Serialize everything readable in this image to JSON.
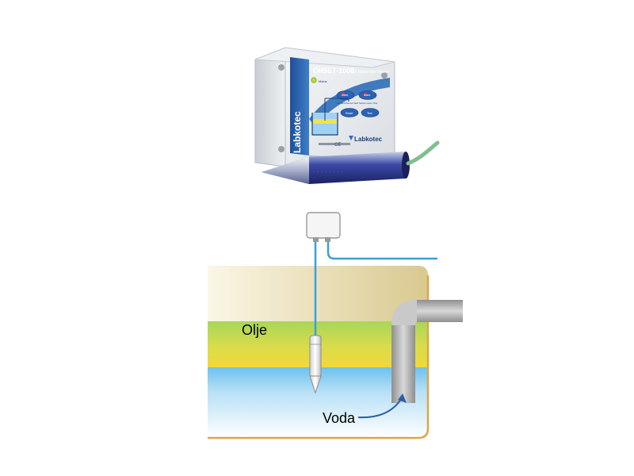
{
  "product": {
    "brand_vertical": "Labkotec",
    "model": "OilSET-1000",
    "subtitle": "Oil Separator Alarm",
    "led_label": "Mains",
    "buttons": [
      "Alarm",
      "Alarm",
      "Reset",
      "Test"
    ],
    "button_captions": [
      "Oil alarm/Sensor fault",
      "Sensor reset / Test"
    ],
    "logo": "Labkotec",
    "cable_color": "#7fbf8f"
  },
  "diagram": {
    "labels": {
      "oil": "Olje",
      "water": "Voda"
    },
    "colors": {
      "cable": "#3aa0d8",
      "soil": "#e2d6a8",
      "oil_band": "#9ccf4f",
      "oil_top": "#e8df5a",
      "water": "#bfe3f7",
      "tank_edge": "#d6a84a",
      "pipe": "#9b9b9b",
      "arrow": "#2a5fa8"
    }
  }
}
